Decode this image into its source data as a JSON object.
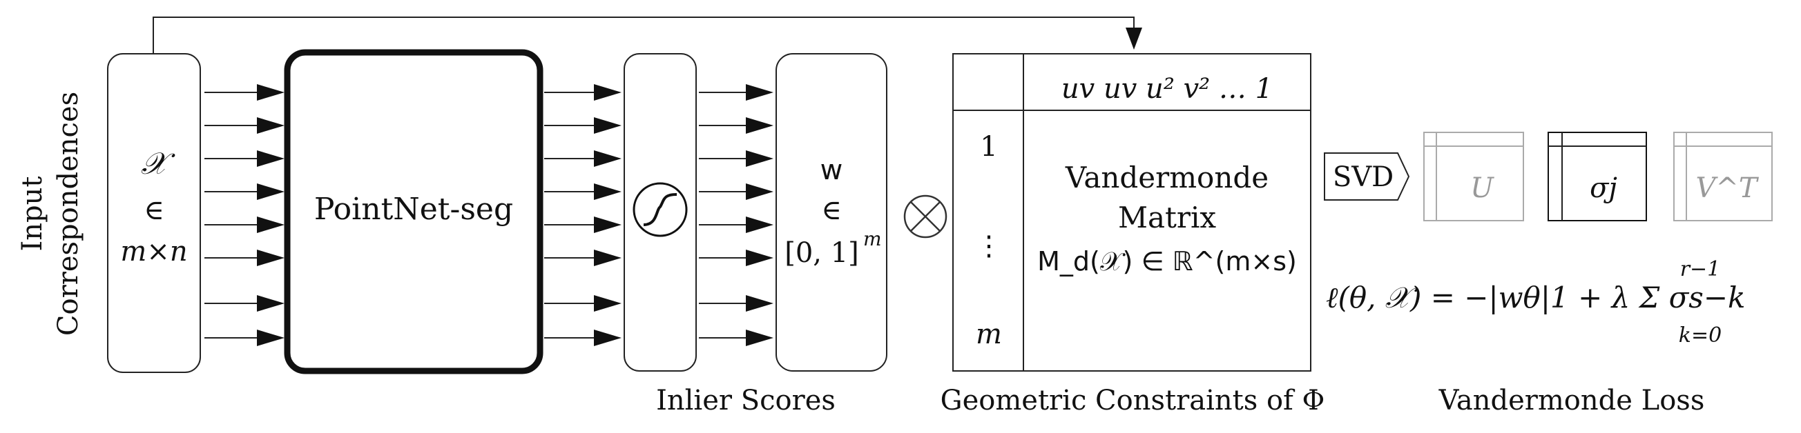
{
  "input": {
    "title_line1": "Input",
    "title_line2": "Correspondences",
    "symbol": "𝒳",
    "element_of": "∈",
    "dims": "m×n"
  },
  "network": {
    "label": "PointNet-seg"
  },
  "weights": {
    "symbol": "w",
    "element_of": "∈",
    "range": "[0, 1]",
    "range_exp": "m",
    "caption": "Inlier Scores"
  },
  "product_symbol": "⊗",
  "vandermonde": {
    "header_terms": "uv  uv  u²  v²  …  1",
    "row_labels": [
      "1",
      "⋮",
      "m"
    ],
    "title_line1": "Vandermonde",
    "title_line2": "Matrix",
    "formula": "M_d(𝒳) ∈ ℝ^(m×s)",
    "caption": "Geometric Constraints of Φ"
  },
  "svd": {
    "label": "SVD",
    "u": "U",
    "sigma": "σj",
    "vt": "V^T"
  },
  "loss": {
    "formula": "ℓ(θ, 𝒳) = −|wθ|1 + λ Σ σs−k",
    "sum_top": "r−1",
    "sum_bottom": "k=0",
    "caption": "Vandermonde Loss"
  },
  "colors": {
    "ink": "#111111",
    "faded": "#aaaaaa"
  },
  "icons": {
    "activation": "sigmoid-icon",
    "multiply": "otimes-icon"
  }
}
